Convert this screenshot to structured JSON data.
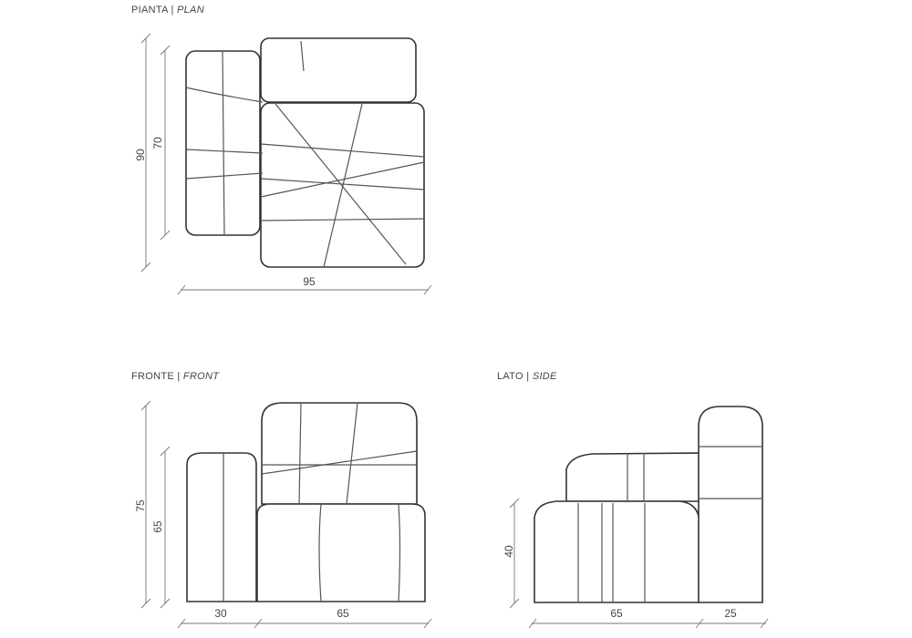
{
  "views": {
    "plan": {
      "title": "PIANTA",
      "subtitle": "PLAN",
      "dims": {
        "depth": "90",
        "arm_depth": "70",
        "width": "95"
      }
    },
    "front": {
      "title": "FRONTE",
      "subtitle": "FRONT",
      "dims": {
        "height": "75",
        "arm_height": "65",
        "arm_width": "30",
        "seat_width": "65"
      }
    },
    "side": {
      "title": "LATO",
      "subtitle": "SIDE",
      "dims": {
        "seat_height": "40",
        "seat_depth": "65",
        "back_depth": "25"
      }
    }
  },
  "separator": "|"
}
